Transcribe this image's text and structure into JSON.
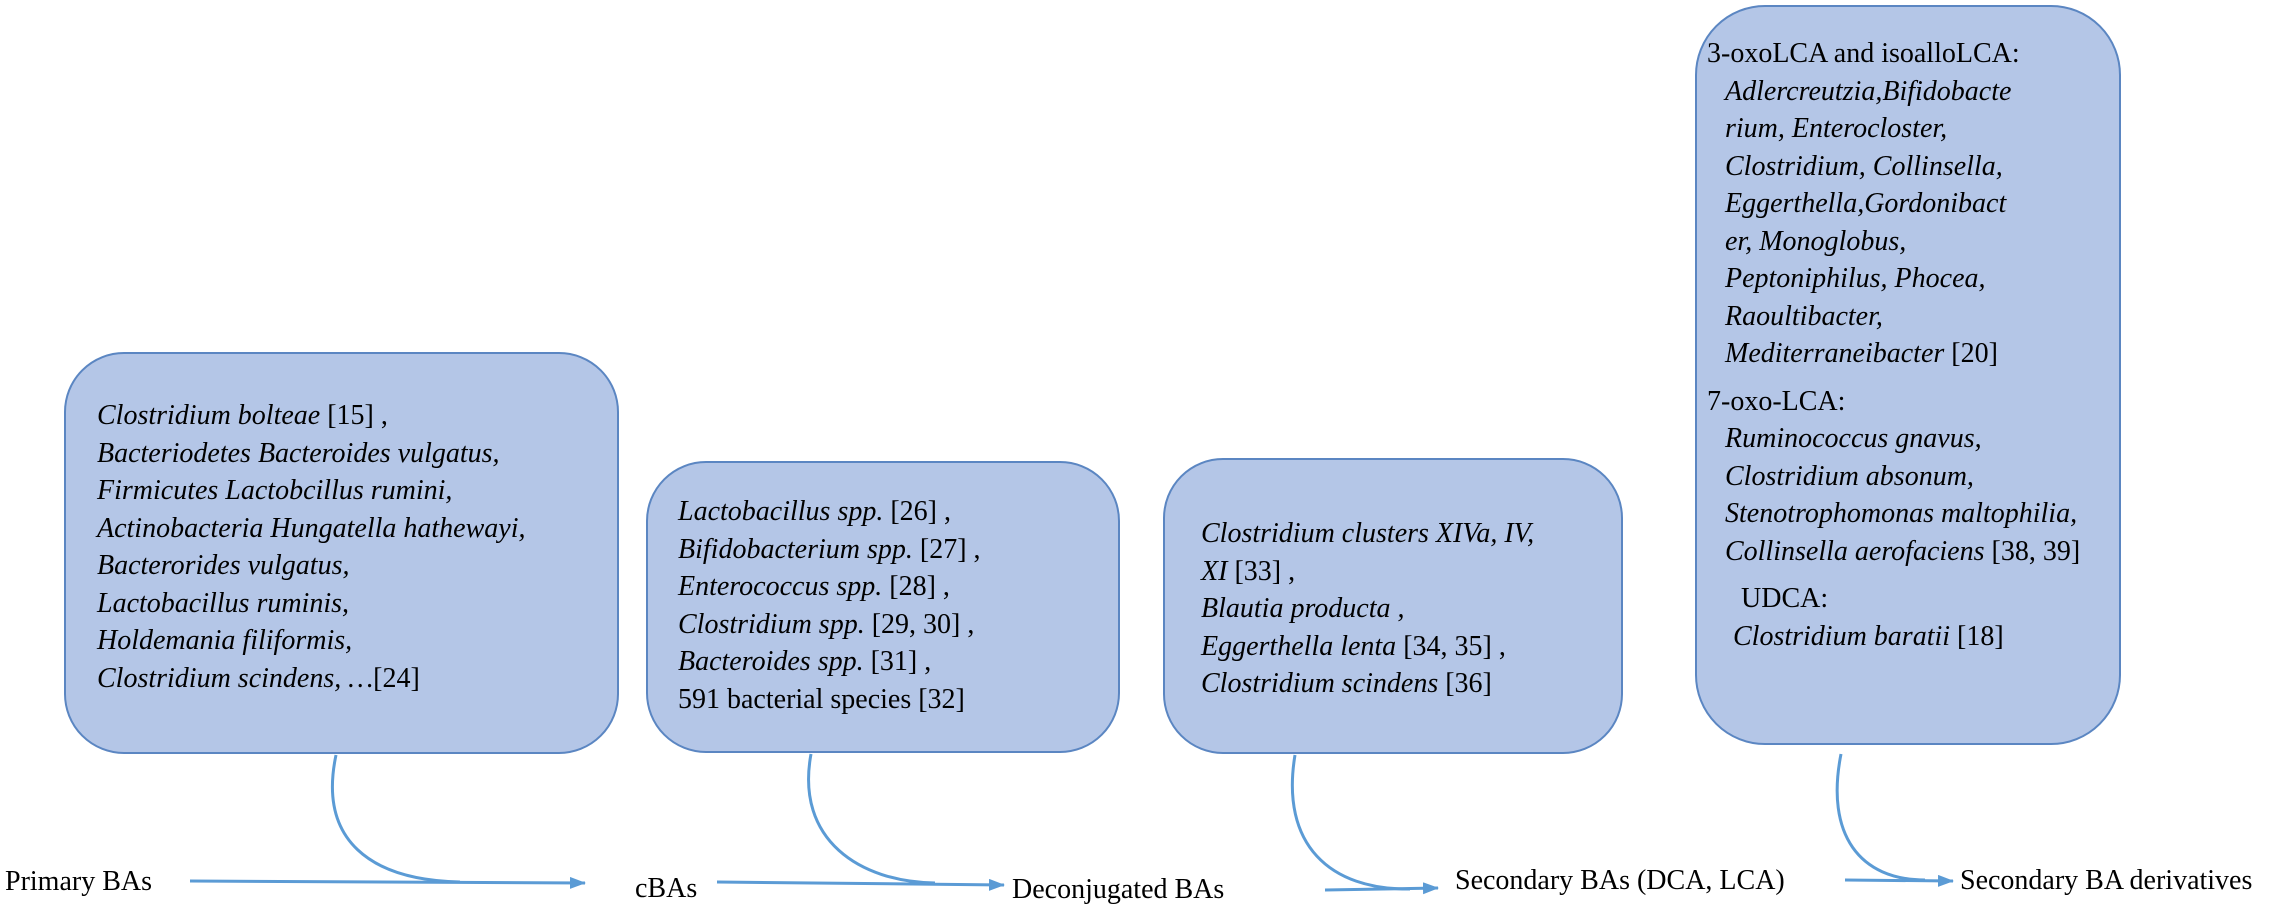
{
  "boxes": {
    "box1": {
      "lines": [
        [
          {
            "t": "Clostridium bolteae",
            "i": true
          },
          {
            "t": " [15] ,",
            "i": false
          }
        ],
        [
          {
            "t": "Bacteriodetes Bacteroides vulgatus,",
            "i": true
          }
        ],
        [
          {
            "t": "Firmicutes Lactobcillus rumini,",
            "i": true
          }
        ],
        [
          {
            "t": "Actinobacteria Hungatella hathewayi,",
            "i": true
          }
        ],
        [
          {
            "t": " Bacterorides vulgatus,",
            "i": true
          }
        ],
        [
          {
            "t": "Lactobacillus ruminis,",
            "i": true
          }
        ],
        [
          {
            "t": "Holdemania filiformis,",
            "i": true
          }
        ],
        [
          {
            "t": "Clostridium scindens, …",
            "i": true
          },
          {
            "t": "[24]",
            "i": false
          }
        ]
      ]
    },
    "box2": {
      "lines": [
        [
          {
            "t": "Lactobacillus spp.",
            "i": true
          },
          {
            "t": " [26] ,",
            "i": false
          }
        ],
        [
          {
            "t": "Bifidobacterium spp.",
            "i": true
          },
          {
            "t": " [27] ,",
            "i": false
          }
        ],
        [
          {
            "t": "Enterococcus spp.",
            "i": true
          },
          {
            "t": " [28] ,",
            "i": false
          }
        ],
        [
          {
            "t": "Clostridium spp.",
            "i": true
          },
          {
            "t": " [29, 30] ,",
            "i": false
          }
        ],
        [
          {
            "t": "Bacteroides spp.",
            "i": true
          },
          {
            "t": " [31] ,",
            "i": false
          }
        ],
        [
          {
            "t": "591 bacterial species [32]",
            "i": false
          }
        ]
      ]
    },
    "box3": {
      "lines": [
        [
          {
            "t": "Clostridium clusters XIVa, IV,",
            "i": true
          }
        ],
        [
          {
            "t": "XI",
            "i": true
          },
          {
            "t": " [33] ,",
            "i": false
          }
        ],
        [
          {
            "t": "Blautia producta ,",
            "i": true
          }
        ],
        [
          {
            "t": "Eggerthella lenta",
            "i": true
          },
          {
            "t": " [34, 35] ,",
            "i": false
          }
        ],
        [
          {
            "t": "Clostridium scindens",
            "i": true
          },
          {
            "t": " [36]",
            "i": false
          }
        ]
      ]
    },
    "box4": {
      "groups": [
        {
          "heading": "3-oxoLCA and isoalloLCA:",
          "lines": [
            [
              {
                "t": "Adlercreutzia,Bifidobacte",
                "i": true
              }
            ],
            [
              {
                "t": "rium, Enterocloster,",
                "i": true
              }
            ],
            [
              {
                "t": "Clostridium, Collinsella,",
                "i": true
              }
            ],
            [
              {
                "t": "Eggerthella,Gordonibact",
                "i": true
              }
            ],
            [
              {
                "t": "er, Monoglobus,",
                "i": true
              }
            ],
            [
              {
                "t": "Peptoniphilus, Phocea,",
                "i": true
              }
            ],
            [
              {
                "t": "Raoultibacter,",
                "i": true
              }
            ],
            [
              {
                "t": "Mediterraneibacter",
                "i": true
              },
              {
                "t": " [20]",
                "i": false
              }
            ]
          ]
        },
        {
          "heading": "7-oxo-LCA:",
          "lines": [
            [
              {
                "t": "Ruminococcus gnavus,",
                "i": true
              }
            ],
            [
              {
                "t": "Clostridium absonum,",
                "i": true
              }
            ],
            [
              {
                "t": "Stenotrophomonas maltophilia,",
                "i": true
              }
            ],
            [
              {
                "t": "Collinsella aerofaciens",
                "i": true
              },
              {
                "t": " [38, 39]",
                "i": false
              }
            ]
          ]
        }
      ],
      "udca": {
        "heading": "UDCA:",
        "lines": [
          [
            {
              "t": "Clostridium baratii",
              "i": true
            },
            {
              "t": " [18]",
              "i": false
            }
          ]
        ]
      }
    }
  },
  "pathway": {
    "primary": "Primary BAs",
    "cbas": "cBAs",
    "deconjugated": "Deconjugated BAs",
    "secondary": "Secondary BAs (DCA, LCA)",
    "derivatives": "Secondary BA derivatives"
  },
  "colors": {
    "box_fill": "#b4c6e7",
    "box_border": "#5b86c2",
    "arrow": "#5b9bd5"
  }
}
